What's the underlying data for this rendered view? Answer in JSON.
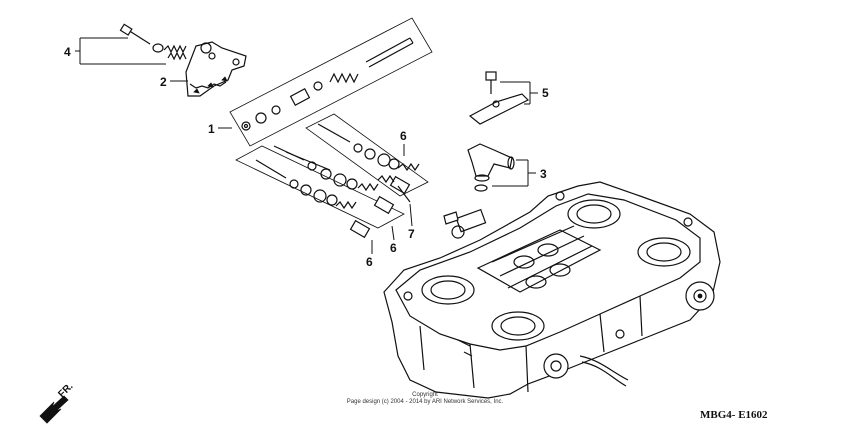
{
  "callouts": {
    "c1": "1",
    "c2": "2",
    "c3": "3",
    "c4": "4",
    "c5": "5",
    "c6a": "6",
    "c6b": "6",
    "c6c": "6",
    "c7": "7"
  },
  "direction_label": "FR.",
  "copyright": {
    "line1": "Copyright",
    "line2": "Page design (c) 2004 - 2014 by ARI Network Services, Inc."
  },
  "diagram_code": "MBG4- E1602"
}
